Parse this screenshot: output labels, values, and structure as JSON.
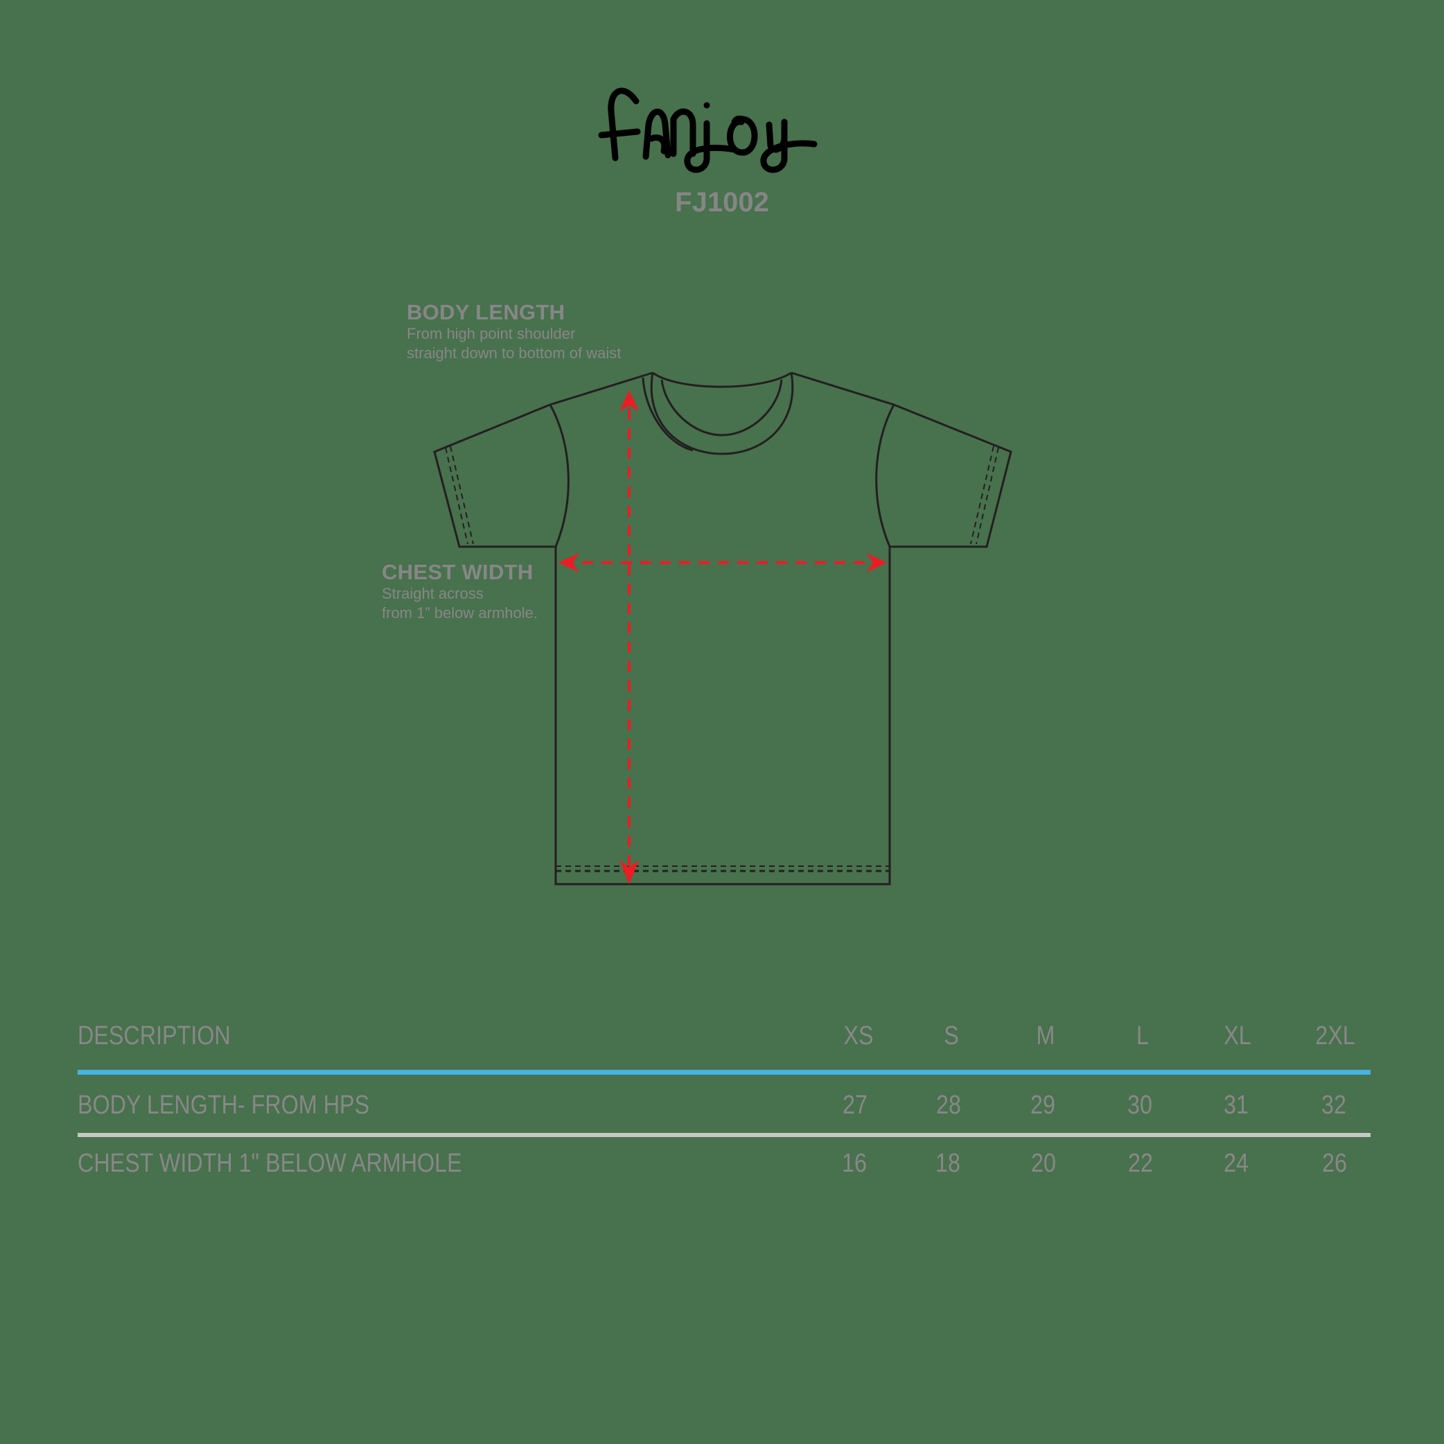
{
  "brand": {
    "logo_text": "fanjoy",
    "model_code": "FJ1002"
  },
  "diagram": {
    "body_length": {
      "title": "BODY LENGTH",
      "lines": [
        "From high point shoulder",
        "straight down to bottom of waist"
      ]
    },
    "chest_width": {
      "title": "CHEST WIDTH",
      "lines": [
        "Straight across",
        "from 1” below armhole."
      ]
    },
    "colors": {
      "background": "#48714d",
      "outline": "#231f20",
      "arrow": "#ed1c24"
    }
  },
  "size_table": {
    "header": {
      "description": "DESCRIPTION",
      "sizes": [
        "XS",
        "S",
        "M",
        "L",
        "XL",
        "2XL"
      ]
    },
    "rows": [
      {
        "description": "BODY LENGTH- FROM HPS",
        "values": [
          "27",
          "28",
          "29",
          "30",
          "31",
          "32"
        ]
      },
      {
        "description": "CHEST WIDTH 1\" BELOW  ARMHOLE",
        "values": [
          "16",
          "18",
          "20",
          "22",
          "24",
          "26"
        ]
      }
    ],
    "colors": {
      "header_rule": "#45b3e3",
      "row_rule": "#c8c8c8",
      "text": "#888888"
    }
  }
}
